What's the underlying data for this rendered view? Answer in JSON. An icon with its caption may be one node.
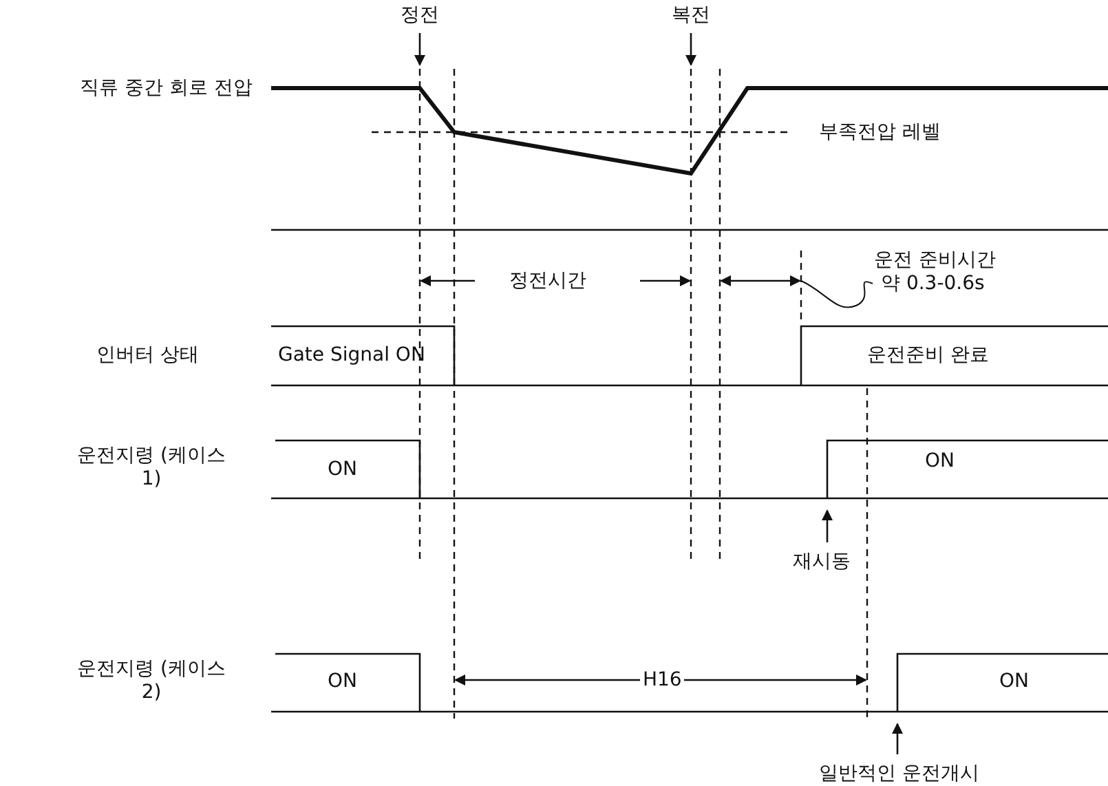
{
  "diagram": {
    "labels": [
      "정전",
      "복전",
      "직류 중간 회로 전압",
      "부족전압 레벨",
      "정전시간",
      "운전 준비시간",
      "약 0.3-0.6s",
      "인버터 상태",
      "Gate Signal ON",
      "운전준비 완료",
      "운전지령 (케이스 1)",
      "ON",
      "ON",
      "재시동",
      "운전지령 (케이스 2)",
      "ON",
      "H16",
      "ON",
      "일반적인 운전개시"
    ]
  }
}
